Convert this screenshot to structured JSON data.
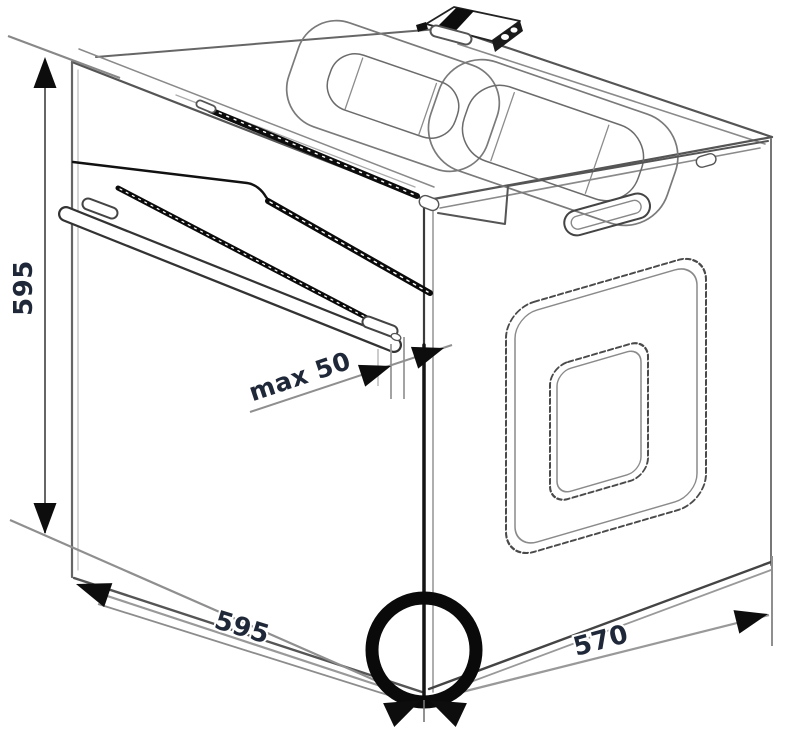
{
  "figure": {
    "labels": {
      "height_mm": "595",
      "width_mm": "595",
      "depth_mm": "570",
      "handle_clearance": "max 50"
    },
    "colors": {
      "body_line": "#3a3a3a",
      "light_line": "#999999",
      "annotation_line": "#555555",
      "arrow_fill": "#0d0d0d",
      "label_text": "#1f2838",
      "highlight_circle": "#0a0a0a",
      "background": "#ffffff"
    },
    "icons": {
      "arrowhead": "filled-triangle-arrowhead-icon",
      "corner_marker": "circle-outline-icon"
    }
  }
}
